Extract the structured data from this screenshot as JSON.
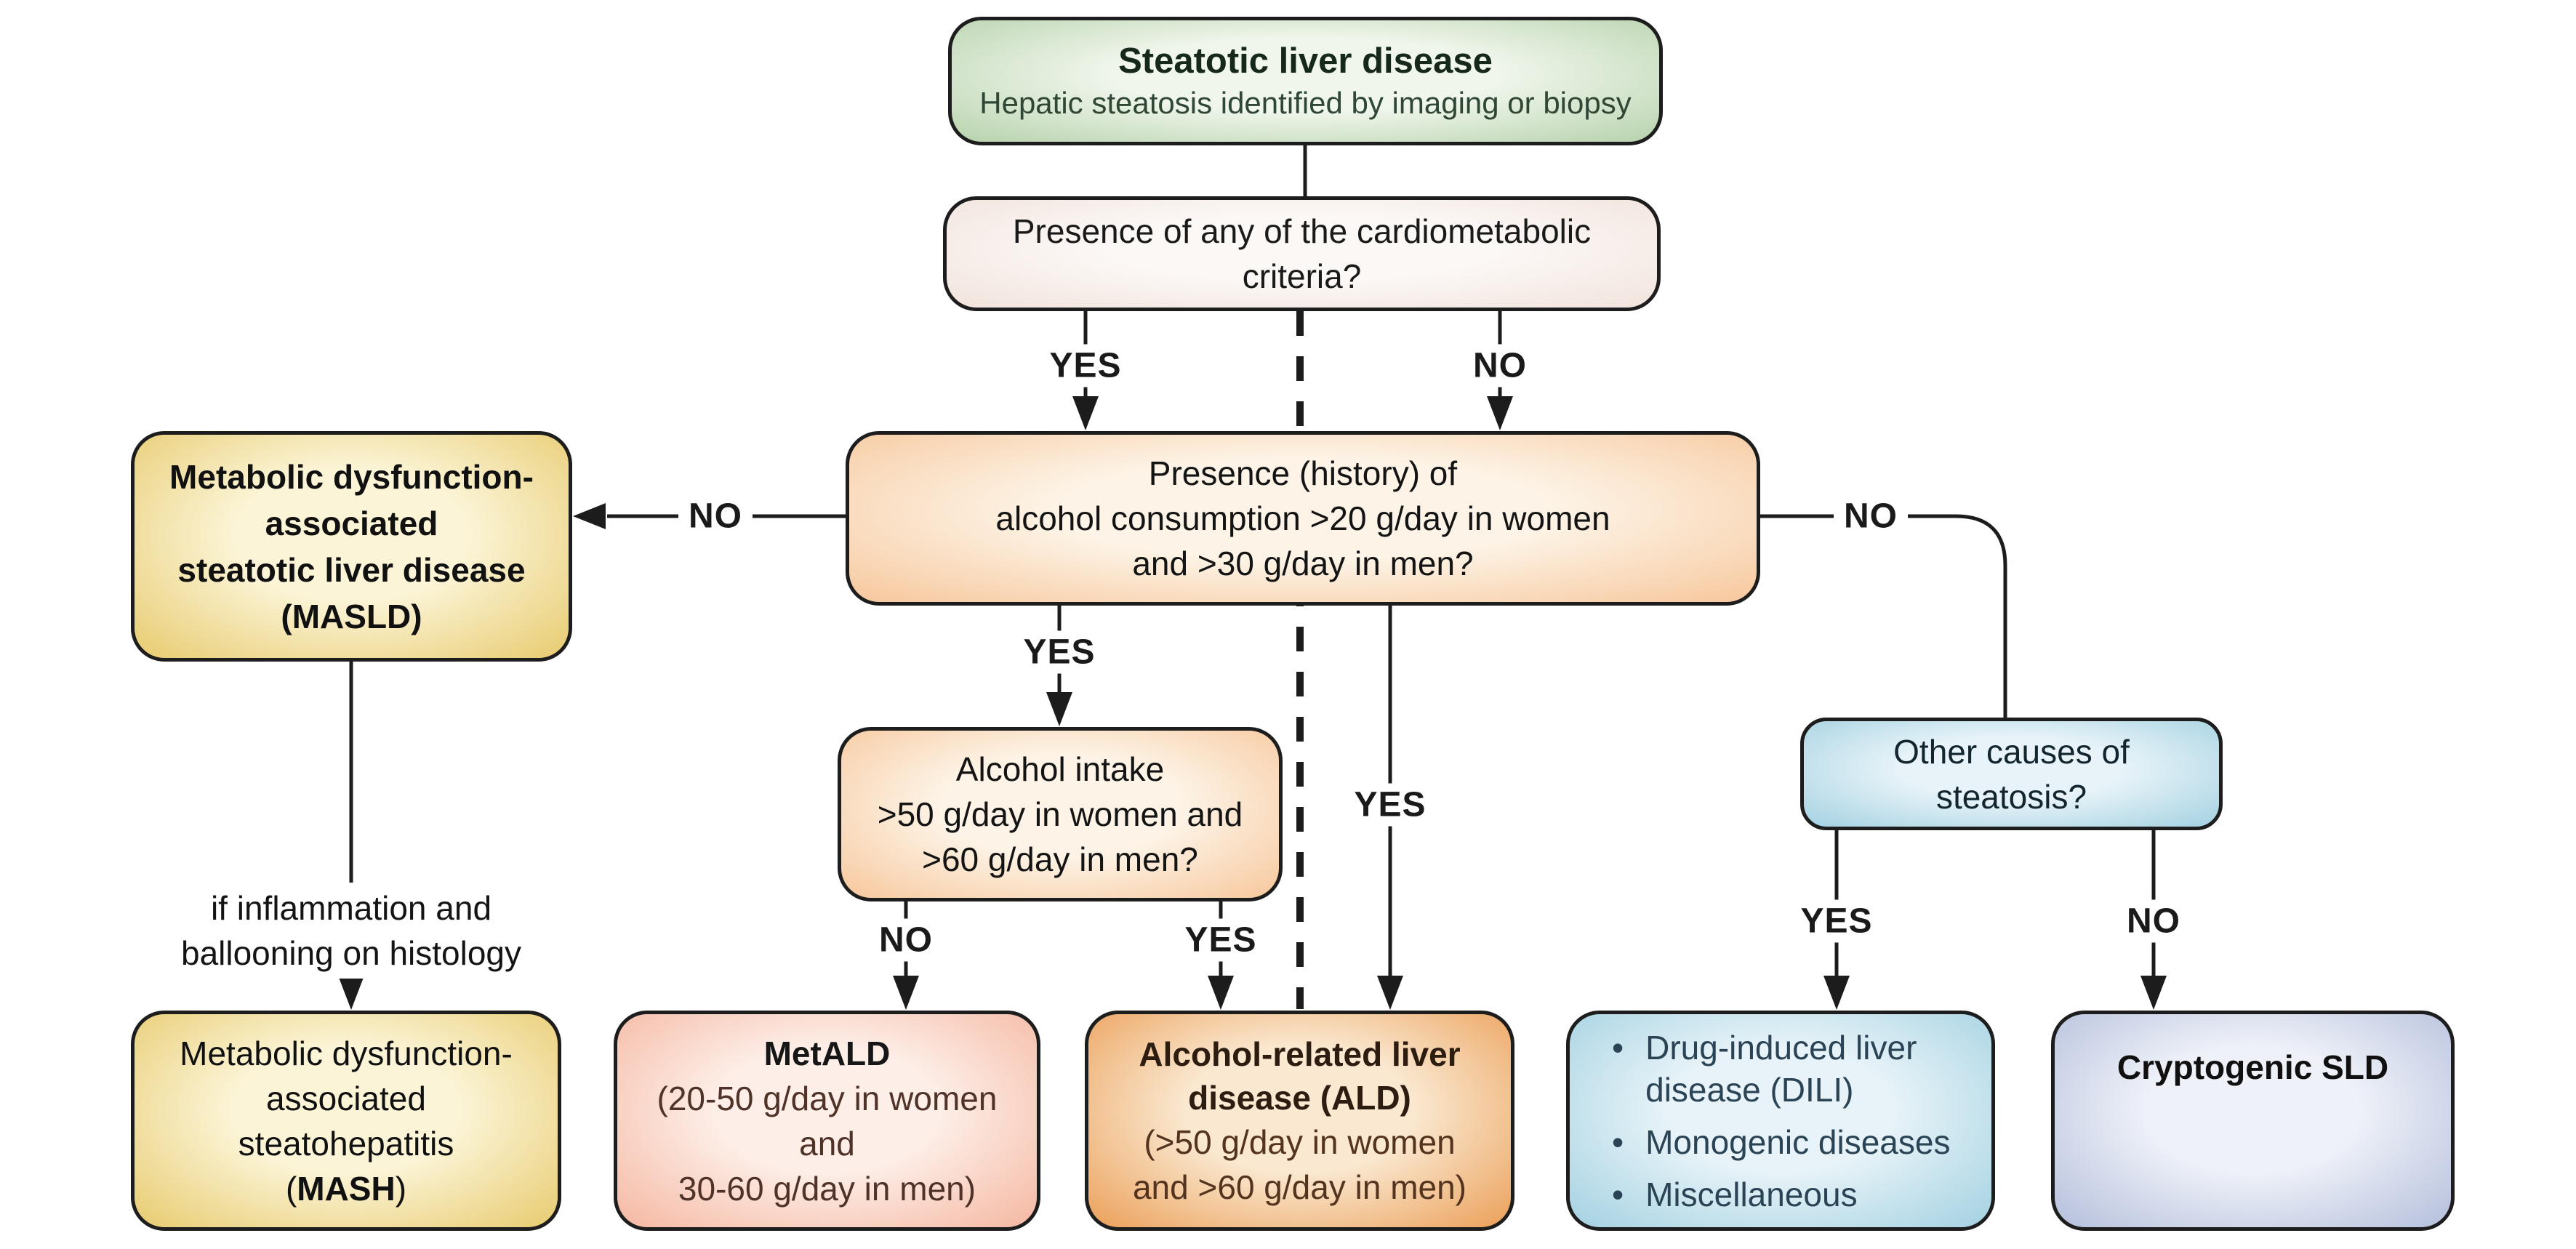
{
  "flowchart": {
    "title_box": {
      "title": "Steatotic liver disease",
      "subtitle": "Hepatic steatosis identified by imaging or biopsy"
    },
    "cardio_box": {
      "text": "Presence of any of the cardiometabolic criteria?"
    },
    "central_box": {
      "line1": "Presence (history) of",
      "line2": "alcohol consumption >20 g/day in women",
      "line3": "and >30 g/day in men?"
    },
    "masld_box": {
      "line1": "Metabolic dysfunction-",
      "line2": "associated",
      "line3": "steatotic liver disease",
      "line4": "(MASLD)"
    },
    "alcohol_box": {
      "line1": "Alcohol intake",
      "line2": ">50 g/day in women and",
      "line3": ">60 g/day in men?"
    },
    "other_box": {
      "line1": "Other causes of",
      "line2": "steatosis?"
    },
    "histology_note": {
      "line1": "if inflammation and",
      "line2": "ballooning on histology"
    },
    "mash_box": {
      "line1": "Metabolic dysfunction-",
      "line2": "associated",
      "line3": "steatohepatitis",
      "line4_open": "(",
      "line4_abbr": "MASH",
      "line4_close": ")"
    },
    "metald_box": {
      "title": "MetALD",
      "line1": "(20-50 g/day in women",
      "line2": "and",
      "line3": "30-60 g/day in men)"
    },
    "ald_box": {
      "title_line1": "Alcohol-related liver",
      "title_line2": "disease (ALD)",
      "line1": "(>50 g/day in women",
      "line2": "and >60 g/day in men)"
    },
    "dili_box": {
      "bullet": "•",
      "items": [
        "Drug-induced liver disease (DILI)",
        "Monogenic diseases",
        "Miscellaneous"
      ]
    },
    "crypto_box": {
      "title": "Cryptogenic SLD"
    },
    "labels": {
      "yes_cardio": "YES",
      "no_cardio": "NO",
      "no_masld": "NO",
      "no_other": "NO",
      "yes_alcohol": "YES",
      "yes_ald_direct": "YES",
      "no_metald": "NO",
      "yes_ald": "YES",
      "yes_dili": "YES",
      "no_crypto": "NO"
    }
  },
  "colors": {
    "box_border": "#1d1d1d",
    "line": "#1c1c1c",
    "green_edge": "#b6d2ab",
    "cream_edge": "#f1e3dc",
    "peach_edge": "#f7c79c",
    "yellow_edge": "#e8cb6f",
    "pink_edge": "#f5b7a1",
    "orange_edge": "#eb9f58",
    "blue_edge": "#a3d1e1",
    "lavender_edge": "#b5bfdc"
  }
}
